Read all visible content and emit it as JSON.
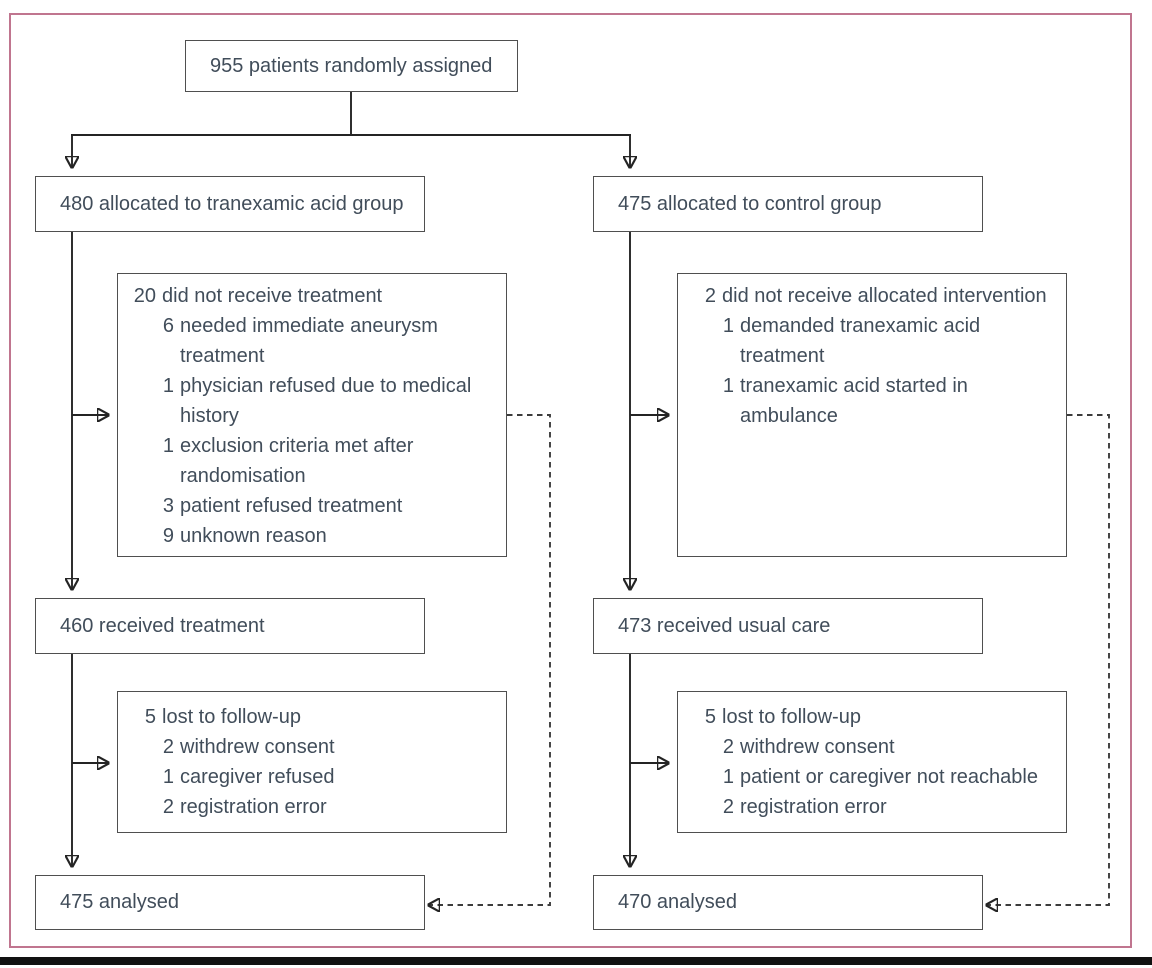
{
  "flow": {
    "randomized": "955 patients randomly assigned",
    "left": {
      "allocated": "480 allocated to tranexamic acid group",
      "not_received": {
        "lines": [
          {
            "n": "20",
            "t": "did not receive treatment"
          },
          {
            "n": "6",
            "t": "needed immediate aneurysm"
          },
          {
            "n": "",
            "t": "treatment"
          },
          {
            "n": "1",
            "t": "physician refused due to medical"
          },
          {
            "n": "",
            "t": "history"
          },
          {
            "n": "1",
            "t": "exclusion criteria met after"
          },
          {
            "n": "",
            "t": "randomisation"
          },
          {
            "n": "3",
            "t": "patient refused treatment"
          },
          {
            "n": "9",
            "t": "unknown reason"
          }
        ]
      },
      "received": "460 received treatment",
      "lost_followup": {
        "lines": [
          {
            "n": "5",
            "t": "lost to follow-up"
          },
          {
            "n": "2",
            "t": "withdrew consent"
          },
          {
            "n": "1",
            "t": "caregiver refused"
          },
          {
            "n": "2",
            "t": "registration error"
          }
        ]
      },
      "analysed": "475 analysed"
    },
    "right": {
      "allocated": "475 allocated to control group",
      "not_received": {
        "lines": [
          {
            "n": "2",
            "t": "did not receive allocated intervention"
          },
          {
            "n": "1",
            "t": "demanded tranexamic acid"
          },
          {
            "n": "",
            "t": "treatment"
          },
          {
            "n": "1",
            "t": "tranexamic acid started in"
          },
          {
            "n": "",
            "t": "ambulance"
          }
        ]
      },
      "received": "473 received usual care",
      "lost_followup": {
        "lines": [
          {
            "n": "5",
            "t": "lost to follow-up"
          },
          {
            "n": "2",
            "t": "withdrew consent"
          },
          {
            "n": "1",
            "t": "patient or caregiver not reachable"
          },
          {
            "n": "2",
            "t": "registration error"
          }
        ]
      },
      "analysed": "470 analysed"
    },
    "colors": {
      "frame": "#c0758f",
      "text": "#414d5a",
      "box_border": "#4f4f4f",
      "connector": "#242424"
    }
  }
}
